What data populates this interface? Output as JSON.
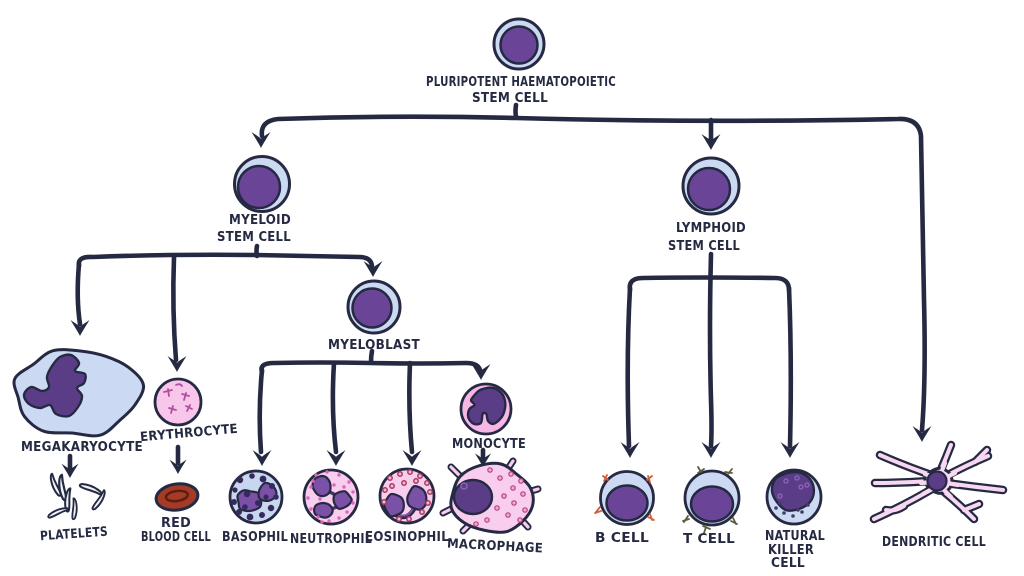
{
  "diagram": {
    "type": "tree",
    "subject": "haematopoiesis-blood-cell-lineage",
    "nodes": {
      "stem": {
        "line1": "PLURIPOTENT HAEMATOPOIETIC",
        "line2": "STEM CELL"
      },
      "myeloid": {
        "line1": "MYELOID",
        "line2": "STEM CELL"
      },
      "lymphoid": {
        "line1": "LYMPHOID",
        "line2": "STEM CELL"
      },
      "myeloblast": {
        "label": "MYELOBLAST"
      },
      "megakaryocyte": {
        "label": "MEGAKARYOCYTE"
      },
      "erythrocyte": {
        "label": "ERYTHROCYTE"
      },
      "platelets": {
        "label": "PLATELETS"
      },
      "red_blood_cell": {
        "line1": "RED",
        "line2": "BLOOD CELL"
      },
      "basophil": {
        "label": "BASOPHIL"
      },
      "neutrophil": {
        "label": "NEUTROPHIL"
      },
      "eosinophil": {
        "label": "EOSINOPHIL"
      },
      "monocyte": {
        "label": "MONOCYTE"
      },
      "macrophage": {
        "label": "MACROPHAGE"
      },
      "b_cell": {
        "label": "B CELL"
      },
      "t_cell": {
        "label": "T CELL"
      },
      "nk_cell": {
        "line1": "NATURAL",
        "line2": "KILLER",
        "line3": "CELL"
      },
      "dendritic_cell": {
        "label": "DENDRITIC CELL"
      }
    },
    "edges": [
      {
        "from": "stem",
        "to": "myeloid"
      },
      {
        "from": "stem",
        "to": "lymphoid"
      },
      {
        "from": "stem",
        "to": "dendritic_cell"
      },
      {
        "from": "myeloid",
        "to": "megakaryocyte"
      },
      {
        "from": "myeloid",
        "to": "erythrocyte"
      },
      {
        "from": "myeloid",
        "to": "myeloblast"
      },
      {
        "from": "megakaryocyte",
        "to": "platelets"
      },
      {
        "from": "erythrocyte",
        "to": "red_blood_cell"
      },
      {
        "from": "myeloblast",
        "to": "basophil"
      },
      {
        "from": "myeloblast",
        "to": "neutrophil"
      },
      {
        "from": "myeloblast",
        "to": "eosinophil"
      },
      {
        "from": "myeloblast",
        "to": "monocyte"
      },
      {
        "from": "monocyte",
        "to": "macrophage"
      },
      {
        "from": "lymphoid",
        "to": "b_cell"
      },
      {
        "from": "lymphoid",
        "to": "t_cell"
      },
      {
        "from": "lymphoid",
        "to": "nk_cell"
      }
    ],
    "colors": {
      "background": "#ffffff",
      "ink": "#252a42",
      "cell_membrane_blue": "#ccd9f2",
      "nucleus_purple": "#6a4597",
      "nucleus_dark_purple": "#5b3c87",
      "nucleus_lobe_purple": "#7b51a7",
      "cytoplasm_pink": "#f9cdee",
      "monocyte_pink": "#f8b6e7",
      "dendritic_pink": "#f8d7f0",
      "red_blood_cell_red": "#a43b27",
      "basophil_granule": "#352a5e",
      "neutrophil_granule": "#e065ba",
      "eosinophil_granule": "#a93a5c",
      "b_cell_receptor": "#cf5f3b",
      "t_cell_receptor": "#5c5c3c"
    }
  }
}
